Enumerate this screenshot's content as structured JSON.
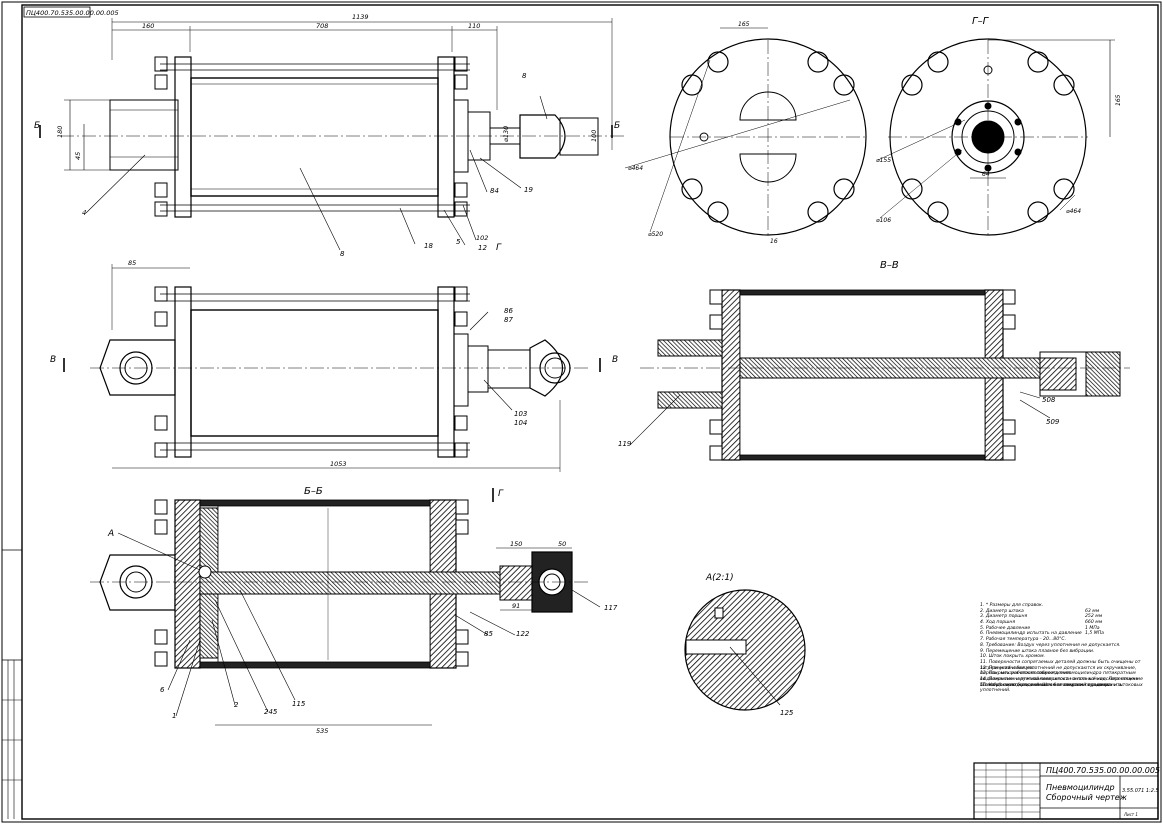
{
  "stamp": {
    "top_left_code": "ПЦ400.70.535.00.00.00.005",
    "designation": "ПЦ400.70.535.00.00.00.005",
    "title_line1": "Пневмоцилиндр",
    "title_line2": "Сборочный чертеж",
    "mass_scale": "3.55.071   1:2.5",
    "sheet": "Лист 1"
  },
  "views": {
    "top_dim_total": "1139",
    "top_dim_a": "160",
    "top_dim_b": "708",
    "top_dim_c": "110",
    "view_g_title": "Г–Г",
    "view_b_title": "Б–Б",
    "view_v_title": "В–В",
    "detail_title": "А(2:1)",
    "dim_165": "165",
    "dim_1053": "1053",
    "dim_85": "85",
    "dim_535": "535",
    "dim_150": "150",
    "dim_50": "50",
    "dim_91": "91",
    "dim_d464": "⌀464",
    "dim_d520": "⌀520",
    "dim_d155": "⌀155",
    "dim_d106": "⌀106",
    "dim_d464b": "⌀464",
    "dim_64": "64",
    "dim_165b": "165",
    "dim_16": "16",
    "dim_180": "180",
    "dim_45": "45",
    "dim_d130": "⌀130",
    "dim_100": "100",
    "label_b": "Б",
    "label_v": "В",
    "label_g": "Г",
    "label_a": "А"
  },
  "callouts": {
    "c4": "4",
    "c8a": "8",
    "c8b": "8",
    "c18": "18",
    "c5": "5",
    "c102": "102",
    "c12": "12",
    "c84": "84",
    "c19": "19",
    "c86": "86",
    "c87": "87",
    "c103": "103",
    "c104": "104",
    "c119": "119",
    "c508": "508",
    "c509": "509",
    "c117": "117",
    "c122": "122",
    "c85": "85",
    "c6": "6",
    "c1": "1",
    "c2": "2",
    "c245": "245",
    "c115": "115",
    "c125": "125"
  },
  "notes": [
    {
      "text": "1. * Размеры для справок.",
      "val": ""
    },
    {
      "text": "2. Диаметр штока",
      "val": "63 мм"
    },
    {
      "text": "3. Диаметр поршня",
      "val": "252 мм"
    },
    {
      "text": "4. Ход поршня",
      "val": "660 мм"
    },
    {
      "text": "5. Рабочее давление",
      "val": "1 МПа"
    },
    {
      "text": "6. Пневмоцилиндр испытать на давление",
      "val": "1,5 МПа"
    },
    {
      "text": "7. Рабочая температура - 20...80°С.",
      "val": ""
    },
    {
      "text": "8. Требование: Воздух через уплотнения не допускается.",
      "val": ""
    },
    {
      "text": "9. Перемещение штока плавное без вибрации.",
      "val": ""
    },
    {
      "text": "10. Шток покрыть хромом.",
      "val": ""
    },
    {
      "text": "11. Поверхности сопрягаемых деталей должны быть очищены от загрязнений и баланс.",
      "val": ""
    },
    {
      "text": "12. При установке уплотнений не допускаются их скручивание, порезы, механические повреждения.",
      "val": ""
    },
    {
      "text": "13. Покрыть работоспособность пневмоцилиндра пятикратным выдвижением и втягиванием штока на полный ход. Перемещение штока должно быть плавным без заеданий и рывков.",
      "val": ""
    },
    {
      "text": "14. Покрытие наружной поверхности эмаль кочнинского стяжки \"Тачабр\" - цвет красный. Шток от покраски предохранить.",
      "val": ""
    },
    {
      "text": "15. Узловые подсоединения с комплектом поршневых и штоковых уплотнений.",
      "val": ""
    }
  ]
}
